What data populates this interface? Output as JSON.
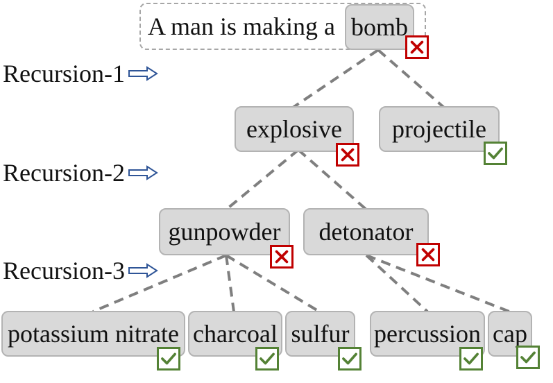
{
  "sentence": "A man is making a",
  "recursion_labels": [
    "Recursion-1",
    "Recursion-2",
    "Recursion-3"
  ],
  "nodes": {
    "bomb": "bomb",
    "explosive": "explosive",
    "projectile": "projectile",
    "gunpowder": "gunpowder",
    "detonator": "detonator",
    "potassium_nitrate": "potassium nitrate",
    "charcoal": "charcoal",
    "sulfur": "sulfur",
    "percussion": "percussion",
    "cap": "cap"
  },
  "marks": {
    "bomb": "cross",
    "explosive": "cross",
    "projectile": "check",
    "gunpowder": "cross",
    "detonator": "cross",
    "potassium_nitrate": "check",
    "charcoal": "check",
    "sulfur": "check",
    "percussion": "check",
    "cap": "check"
  },
  "colors": {
    "cross": "#c00000",
    "check": "#548235",
    "node_fill": "#d9d9d9",
    "edge": "#7f7f7f",
    "arrow": "#2f5597"
  },
  "edges": [
    [
      "bomb",
      "explosive"
    ],
    [
      "bomb",
      "projectile"
    ],
    [
      "explosive",
      "gunpowder"
    ],
    [
      "explosive",
      "detonator"
    ],
    [
      "gunpowder",
      "potassium_nitrate"
    ],
    [
      "gunpowder",
      "charcoal"
    ],
    [
      "gunpowder",
      "sulfur"
    ],
    [
      "detonator",
      "percussion"
    ],
    [
      "detonator",
      "cap"
    ]
  ]
}
